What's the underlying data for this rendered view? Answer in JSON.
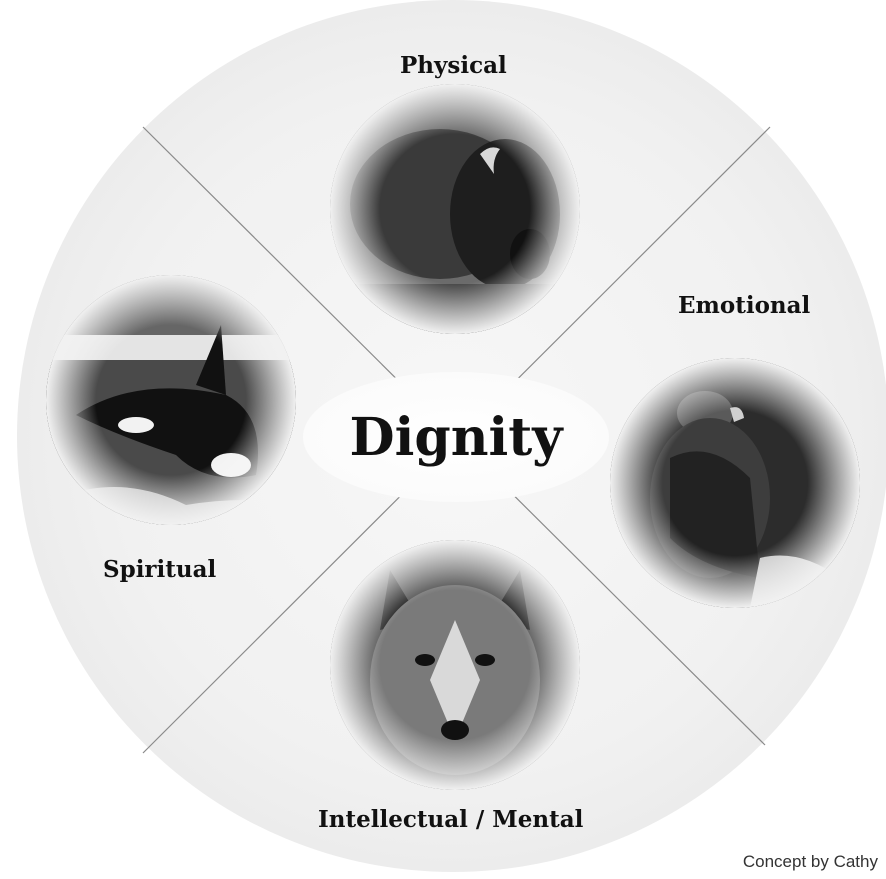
{
  "center_title": "Dignity",
  "quadrants": {
    "physical": {
      "label": "Physical",
      "animal_icon": "bison-icon"
    },
    "emotional": {
      "label": "Emotional",
      "animal_icon": "hawk-icon"
    },
    "intellectual": {
      "label": "Intellectual / Mental",
      "animal_icon": "wolf-icon"
    },
    "spiritual": {
      "label": "Spiritual",
      "animal_icon": "orca-icon"
    }
  },
  "credit": "Concept by Cathy",
  "colors": {
    "background": "#ffffff",
    "circle": "#f1f1f1",
    "lines": "#777777",
    "text": "#111111"
  }
}
